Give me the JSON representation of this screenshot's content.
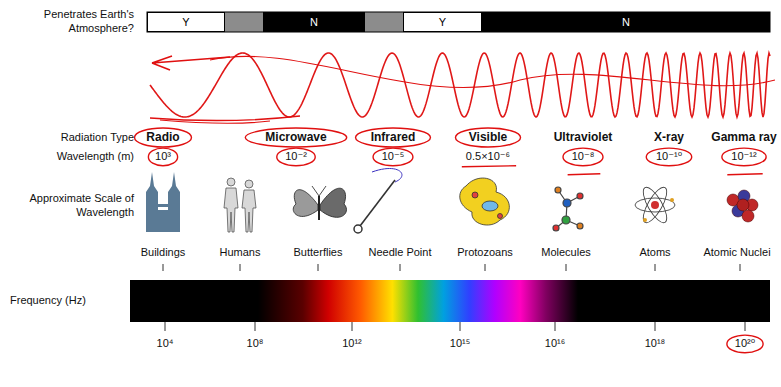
{
  "diagram": {
    "nodes": [
      {
        "text": [
          "Y"
        ]
      },
      {
        "text": [
          "N"
        ]
      },
      {
        "text": [
          "Y"
        ]
      },
      {
        "text": [
          "N"
        ]
      }
    ],
    "labels": [
      "Penetrates Earth's Atmosphere?",
      "Radiation Type",
      "Wavelength (m)",
      "Radio",
      "Microwave",
      "Infrared",
      "Visible",
      "Ultraviolet",
      "X-ray",
      "Gamma ray",
      "10³",
      "10⁻²",
      "10⁻⁵",
      "0.5×10⁻⁶",
      "10⁻⁸",
      "10⁻¹⁰",
      "10⁻¹²",
      "Approximate Scale of Wavelength",
      "Buildings",
      "Humans",
      "Butterflies",
      "Needle Point",
      "Protozoans",
      "Molecules",
      "Atoms",
      "Atomic Nuclei",
      "Frequency (Hz)",
      "10⁴",
      "10⁸",
      "10¹²",
      "10¹⁵",
      "10¹⁶",
      "10¹⁸",
      "10²⁰"
    ]
  }
}
